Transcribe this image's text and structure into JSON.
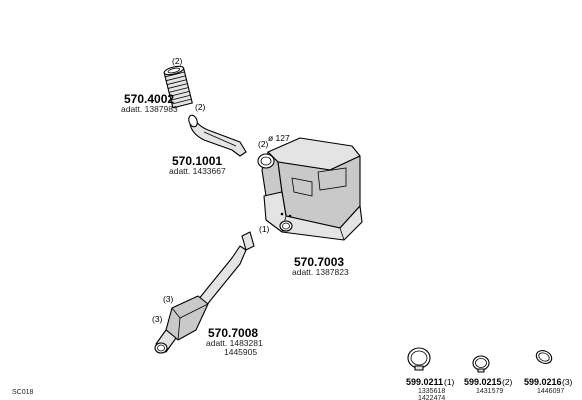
{
  "parts": {
    "p4002": {
      "code": "570.4002",
      "adatt": "adatt. 1387983",
      "qty": "(2)"
    },
    "p1001": {
      "code": "570.1001",
      "adatt": "adatt. 1433667",
      "qty": "(2)"
    },
    "p7003": {
      "code": "570.7003",
      "adatt": "adatt. 1387823",
      "qty_top": "(2)",
      "diameter": "ø 127",
      "qty_outlet": "(1)"
    },
    "p7008": {
      "code": "570.7008",
      "adatt1": "adatt. 1483281",
      "adatt2": "1445905",
      "qty_a": "(3)",
      "qty_b": "(3)"
    },
    "clamp1": {
      "code": "599.0211",
      "qty": "(1)",
      "ref1": "1335618",
      "ref2": "1422474"
    },
    "clamp2": {
      "code": "599.0215",
      "qty": "(2)",
      "ref1": "1431579"
    },
    "clamp3": {
      "code": "599.0216",
      "qty": "(3)",
      "ref1": "1446097"
    }
  },
  "footer": {
    "sheet_code": "SC018"
  }
}
